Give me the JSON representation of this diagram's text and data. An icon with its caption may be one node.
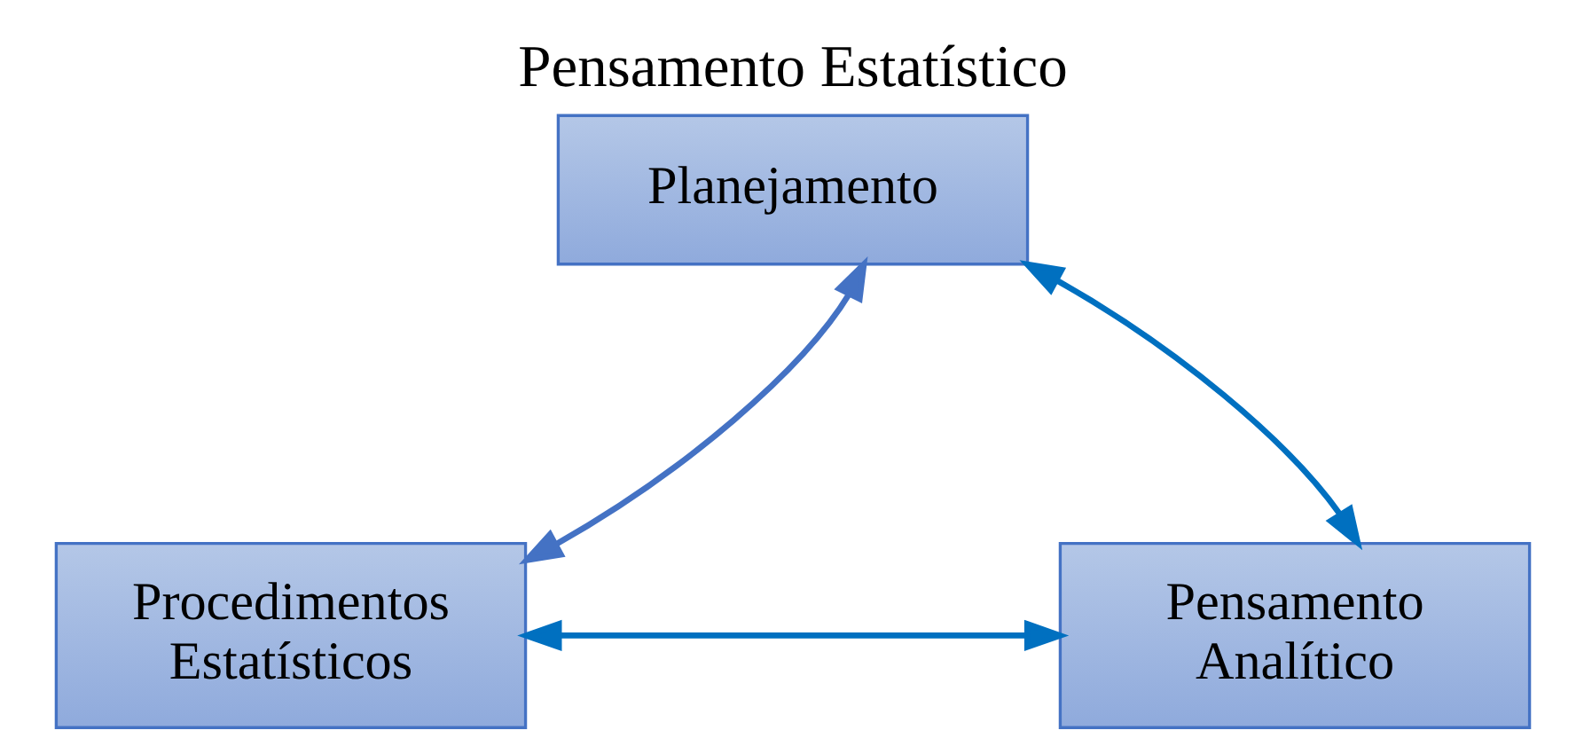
{
  "diagram": {
    "title": "Pensamento Estatístico",
    "nodes": [
      {
        "text": [
          "Planejamento"
        ]
      },
      {
        "text": [
          "Procedimentos Estatísticos"
        ]
      },
      {
        "text": [
          "Pensamento Analítico"
        ]
      }
    ],
    "edges": [
      {
        "from": 1,
        "to": 0,
        "arrow": "both",
        "color": "#4472c4"
      },
      {
        "from": 0,
        "to": 2,
        "arrow": "both"
      },
      {
        "from": 1,
        "to": 2,
        "arrow": "both"
      }
    ]
  }
}
